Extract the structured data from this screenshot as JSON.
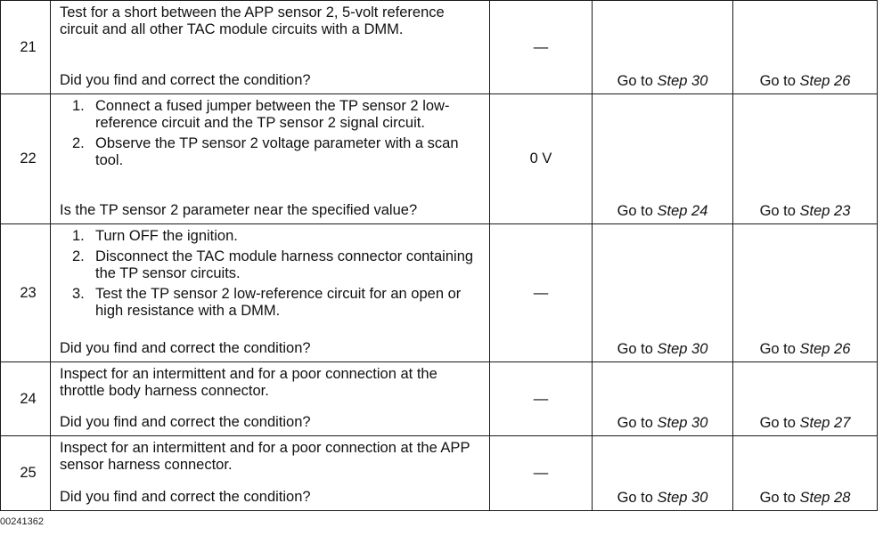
{
  "rows": [
    {
      "step": "21",
      "text": "Test for a short between the APP sensor 2, 5-volt reference circuit and all other TAC module circuits with a DMM.",
      "question": "Did you find and correct the condition?",
      "value": "—",
      "yes": {
        "prefix": "Go to ",
        "target": "Step 30"
      },
      "no": {
        "prefix": "Go to ",
        "target": "Step 26"
      }
    },
    {
      "step": "22",
      "items": [
        {
          "num": "1.",
          "text": "Connect a fused jumper between the TP sensor 2 low-reference circuit and the TP sensor 2 signal circuit."
        },
        {
          "num": "2.",
          "text": "Observe the TP sensor 2 voltage parameter with a scan tool."
        }
      ],
      "question": "Is the TP sensor 2 parameter near the specified value?",
      "value": "0 V",
      "yes": {
        "prefix": "Go to ",
        "target": "Step 24"
      },
      "no": {
        "prefix": "Go to ",
        "target": "Step 23"
      }
    },
    {
      "step": "23",
      "items": [
        {
          "num": "1.",
          "text": "Turn OFF the ignition."
        },
        {
          "num": "2.",
          "text": "Disconnect the TAC module harness connector containing the TP sensor circuits."
        },
        {
          "num": "3.",
          "text": "Test the TP sensor 2 low-reference circuit for an open or high resistance with a DMM."
        }
      ],
      "question": "Did you find and correct the condition?",
      "value": "—",
      "yes": {
        "prefix": "Go to ",
        "target": "Step 30"
      },
      "no": {
        "prefix": "Go to ",
        "target": "Step 26"
      }
    },
    {
      "step": "24",
      "text": "Inspect for an intermittent and for a poor connection at the throttle body harness connector.",
      "question": "Did you find and correct the condition?",
      "value": "—",
      "yes": {
        "prefix": "Go to ",
        "target": "Step 30"
      },
      "no": {
        "prefix": "Go to ",
        "target": "Step 27"
      }
    },
    {
      "step": "25",
      "text": "Inspect for an intermittent and for a poor connection at the APP sensor harness connector.",
      "question": "Did you find and correct the condition?",
      "value": "—",
      "yes": {
        "prefix": "Go to ",
        "target": "Step 30"
      },
      "no": {
        "prefix": "Go to ",
        "target": "Step 28"
      }
    }
  ],
  "footer": {
    "id": "00241362"
  }
}
